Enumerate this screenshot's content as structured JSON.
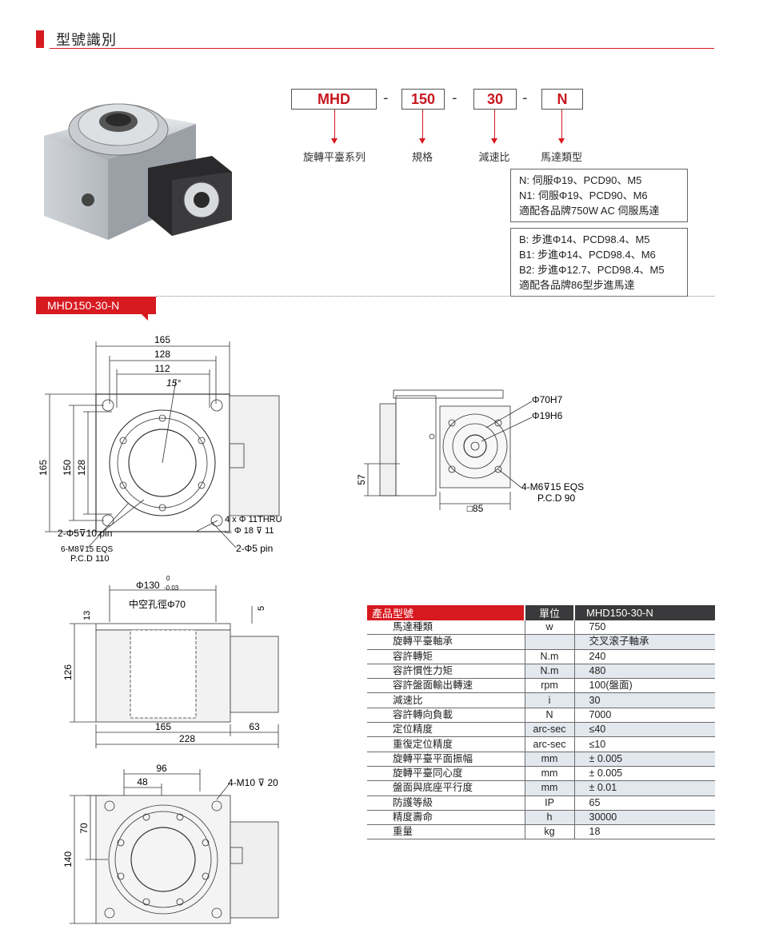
{
  "header": {
    "title": "型號識別"
  },
  "model_code": {
    "parts": [
      "MHD",
      "150",
      "30",
      "N"
    ],
    "separator": "-",
    "labels": [
      "旋轉平臺系列",
      "規格",
      "減速比",
      "馬達類型"
    ]
  },
  "motor_options": {
    "servo": [
      "N: 伺服Φ19、PCD90、M5",
      "N1: 伺服Φ19、PCD90、M6",
      "適配各品牌750W AC 伺服馬達"
    ],
    "stepper": [
      "B: 步進Φ14、PCD98.4、M5",
      "B1: 步進Φ14、PCD98.4、M6",
      "B2: 步進Φ12.7、PCD98.4、M5",
      "適配各品牌86型步進馬達"
    ]
  },
  "section": {
    "tag": "MHD150-30-N"
  },
  "drawing_top": {
    "dims": [
      "165",
      "128",
      "112",
      "15°",
      "165",
      "150",
      "128"
    ],
    "notes": [
      "2-Φ5⊽10 pin",
      "6-M8⊽15 EQS",
      "P.C.D 110",
      "4 x Φ 11THRU",
      "⌴ Φ 18 ⊽ 11",
      "2-Φ5 pin"
    ]
  },
  "drawing_side": {
    "notes": [
      "Φ70H7",
      "Φ19H6",
      "57",
      "4-M6⊽15 EQS",
      "P.C.D 90",
      "□85"
    ]
  },
  "drawing_front": {
    "notes": [
      "Φ130",
      "0",
      "-0.03",
      "中空孔徑Φ70",
      "13",
      "5",
      "126",
      "165",
      "63",
      "228"
    ]
  },
  "drawing_bottom": {
    "notes": [
      "96",
      "48",
      "4-M10 ⊽ 20",
      "70",
      "140"
    ]
  },
  "spec_table": {
    "headers": [
      "產品型號",
      "單位",
      "MHD150-30-N"
    ],
    "rows": [
      [
        "馬達種類",
        "w",
        "750"
      ],
      [
        "旋轉平臺軸承",
        "",
        "交叉滚子軸承"
      ],
      [
        "容許轉矩",
        "N.m",
        "240"
      ],
      [
        "容許慣性力矩",
        "N.m",
        "480"
      ],
      [
        "容許盤面輸出轉速",
        "rpm",
        "100(盤面)"
      ],
      [
        "減速比",
        "i",
        "30"
      ],
      [
        "容許轉向負載",
        "N",
        "7000"
      ],
      [
        "定位精度",
        "arc-sec",
        "≤40"
      ],
      [
        "重復定位精度",
        "arc-sec",
        "≤10"
      ],
      [
        "旋轉平臺平面振幅",
        "mm",
        "± 0.005"
      ],
      [
        "旋轉平臺同心度",
        "mm",
        "± 0.005"
      ],
      [
        "盤面與底座平行度",
        "mm",
        "± 0.01"
      ],
      [
        "防護等級",
        "IP",
        "65"
      ],
      [
        "精度壽命",
        "h",
        "30000"
      ],
      [
        "重量",
        "kg",
        "18"
      ]
    ]
  },
  "colors": {
    "accent": "#d71920",
    "dark_header": "#3a3a3c",
    "row_alt": "#e3e8ee"
  }
}
